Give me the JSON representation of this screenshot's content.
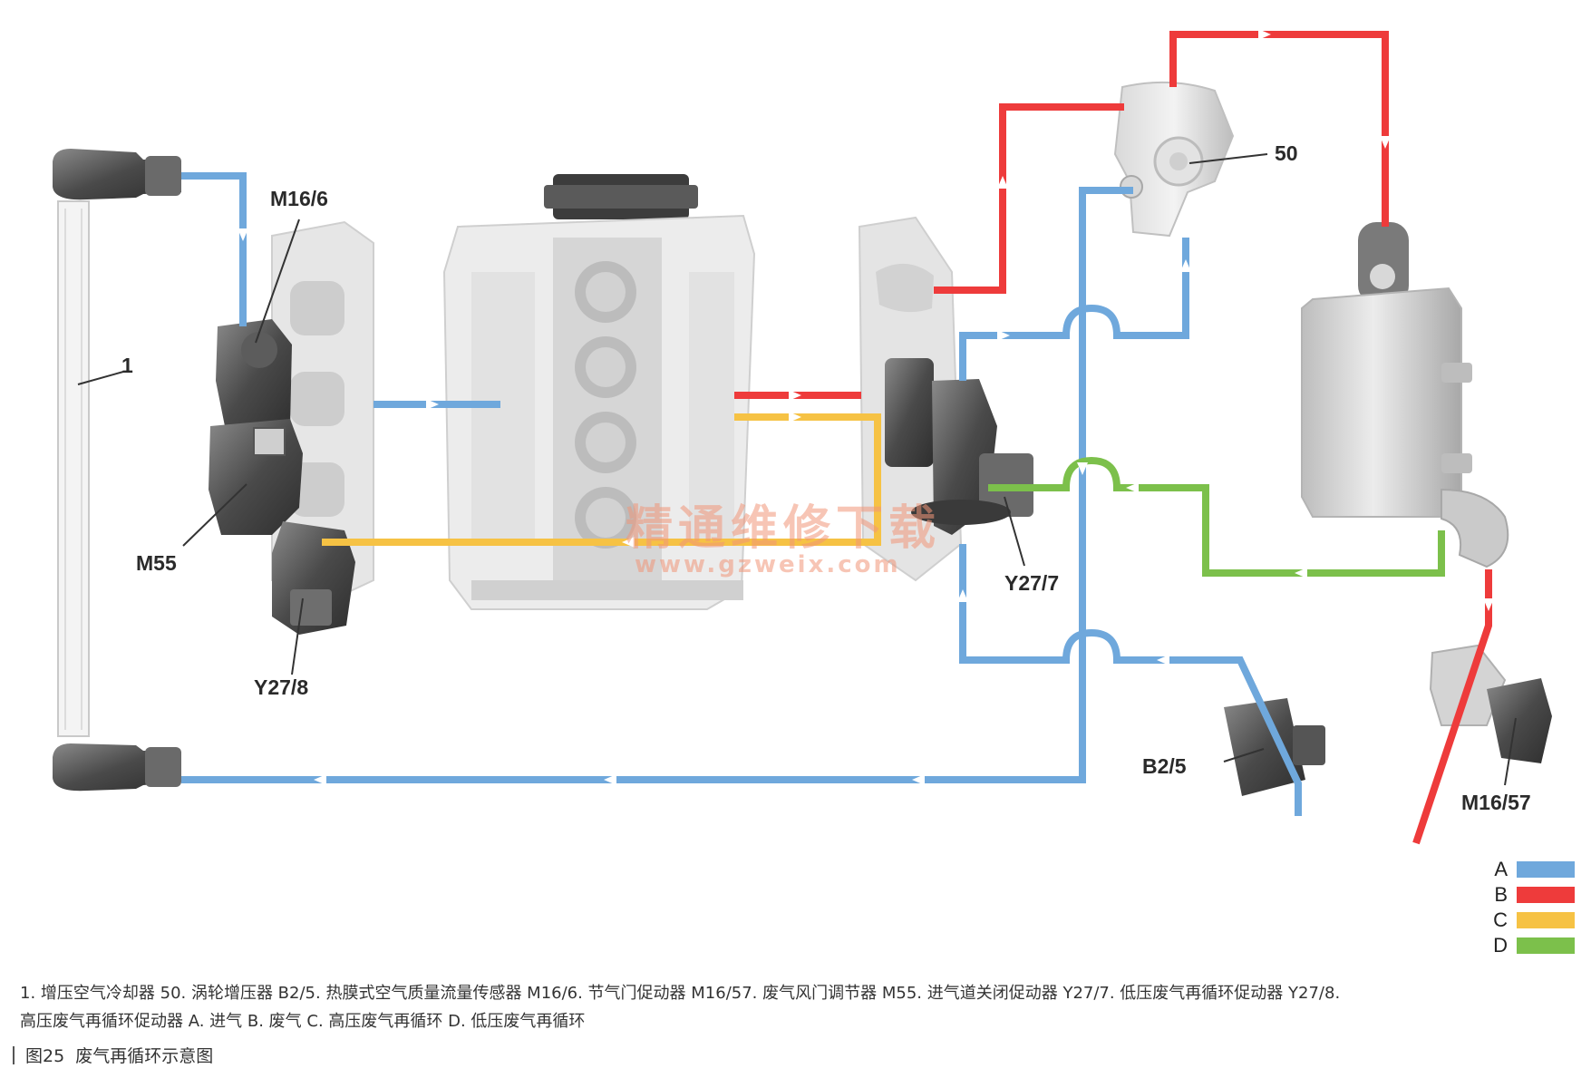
{
  "colors": {
    "A": "#6fa8dc",
    "B": "#ee3b3b",
    "C": "#f6c244",
    "D": "#7cc04b"
  },
  "labels": {
    "cooler": "1",
    "throttle": "M16/6",
    "intake_port": "M55",
    "hp_egr": "Y27/8",
    "lp_egr": "Y27/7",
    "turbo": "50",
    "hfm": "B2/5",
    "exhaust_flap": "M16/57"
  },
  "legend": [
    {
      "key": "A",
      "color": "#6fa8dc"
    },
    {
      "key": "B",
      "color": "#ee3b3b"
    },
    {
      "key": "C",
      "color": "#f6c244"
    },
    {
      "key": "D",
      "color": "#7cc04b"
    }
  ],
  "caption": {
    "line1": "1. 增压空气冷却器  50. 涡轮增压器  B2/5. 热膜式空气质量流量传感器  M16/6. 节气门促动器  M16/57. 废气风门调节器  M55. 进气道关闭促动器  Y27/7. 低压废气再循环促动器  Y27/8.",
    "line2": "高压废气再循环促动器  A. 进气  B. 废气  C. 高压废气再循环  D. 低压废气再循环"
  },
  "figure": {
    "number": "图25",
    "title": "废气再循环示意图"
  },
  "watermark": {
    "text": "精通维修下载",
    "url": "www.gzweix.com"
  }
}
